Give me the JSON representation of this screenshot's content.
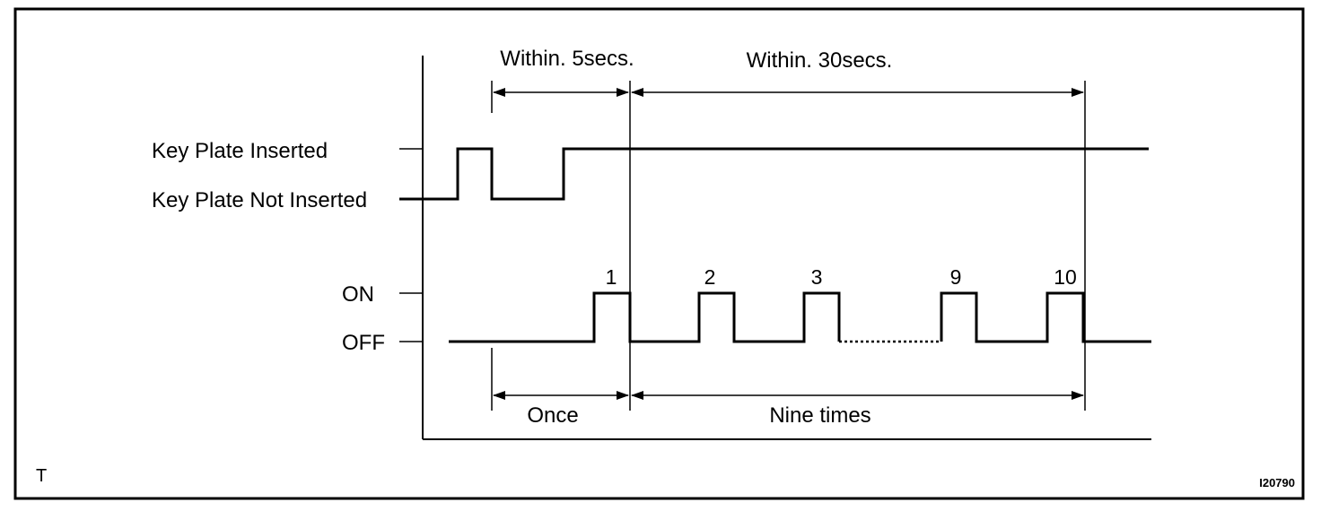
{
  "diagram": {
    "key_plate": {
      "inserted_label": "Key Plate Inserted",
      "not_inserted_label": "Key Plate Not Inserted"
    },
    "buzzer": {
      "on_label": "ON",
      "off_label": "OFF",
      "pulse_labels": [
        "1",
        "2",
        "3",
        "9",
        "10"
      ]
    },
    "intervals": {
      "within_5": "Within. 5secs.",
      "within_30": "Within. 30secs.",
      "once": "Once",
      "nine_times": "Nine times"
    },
    "corner_mark": "T",
    "figure_id": "I20790"
  }
}
